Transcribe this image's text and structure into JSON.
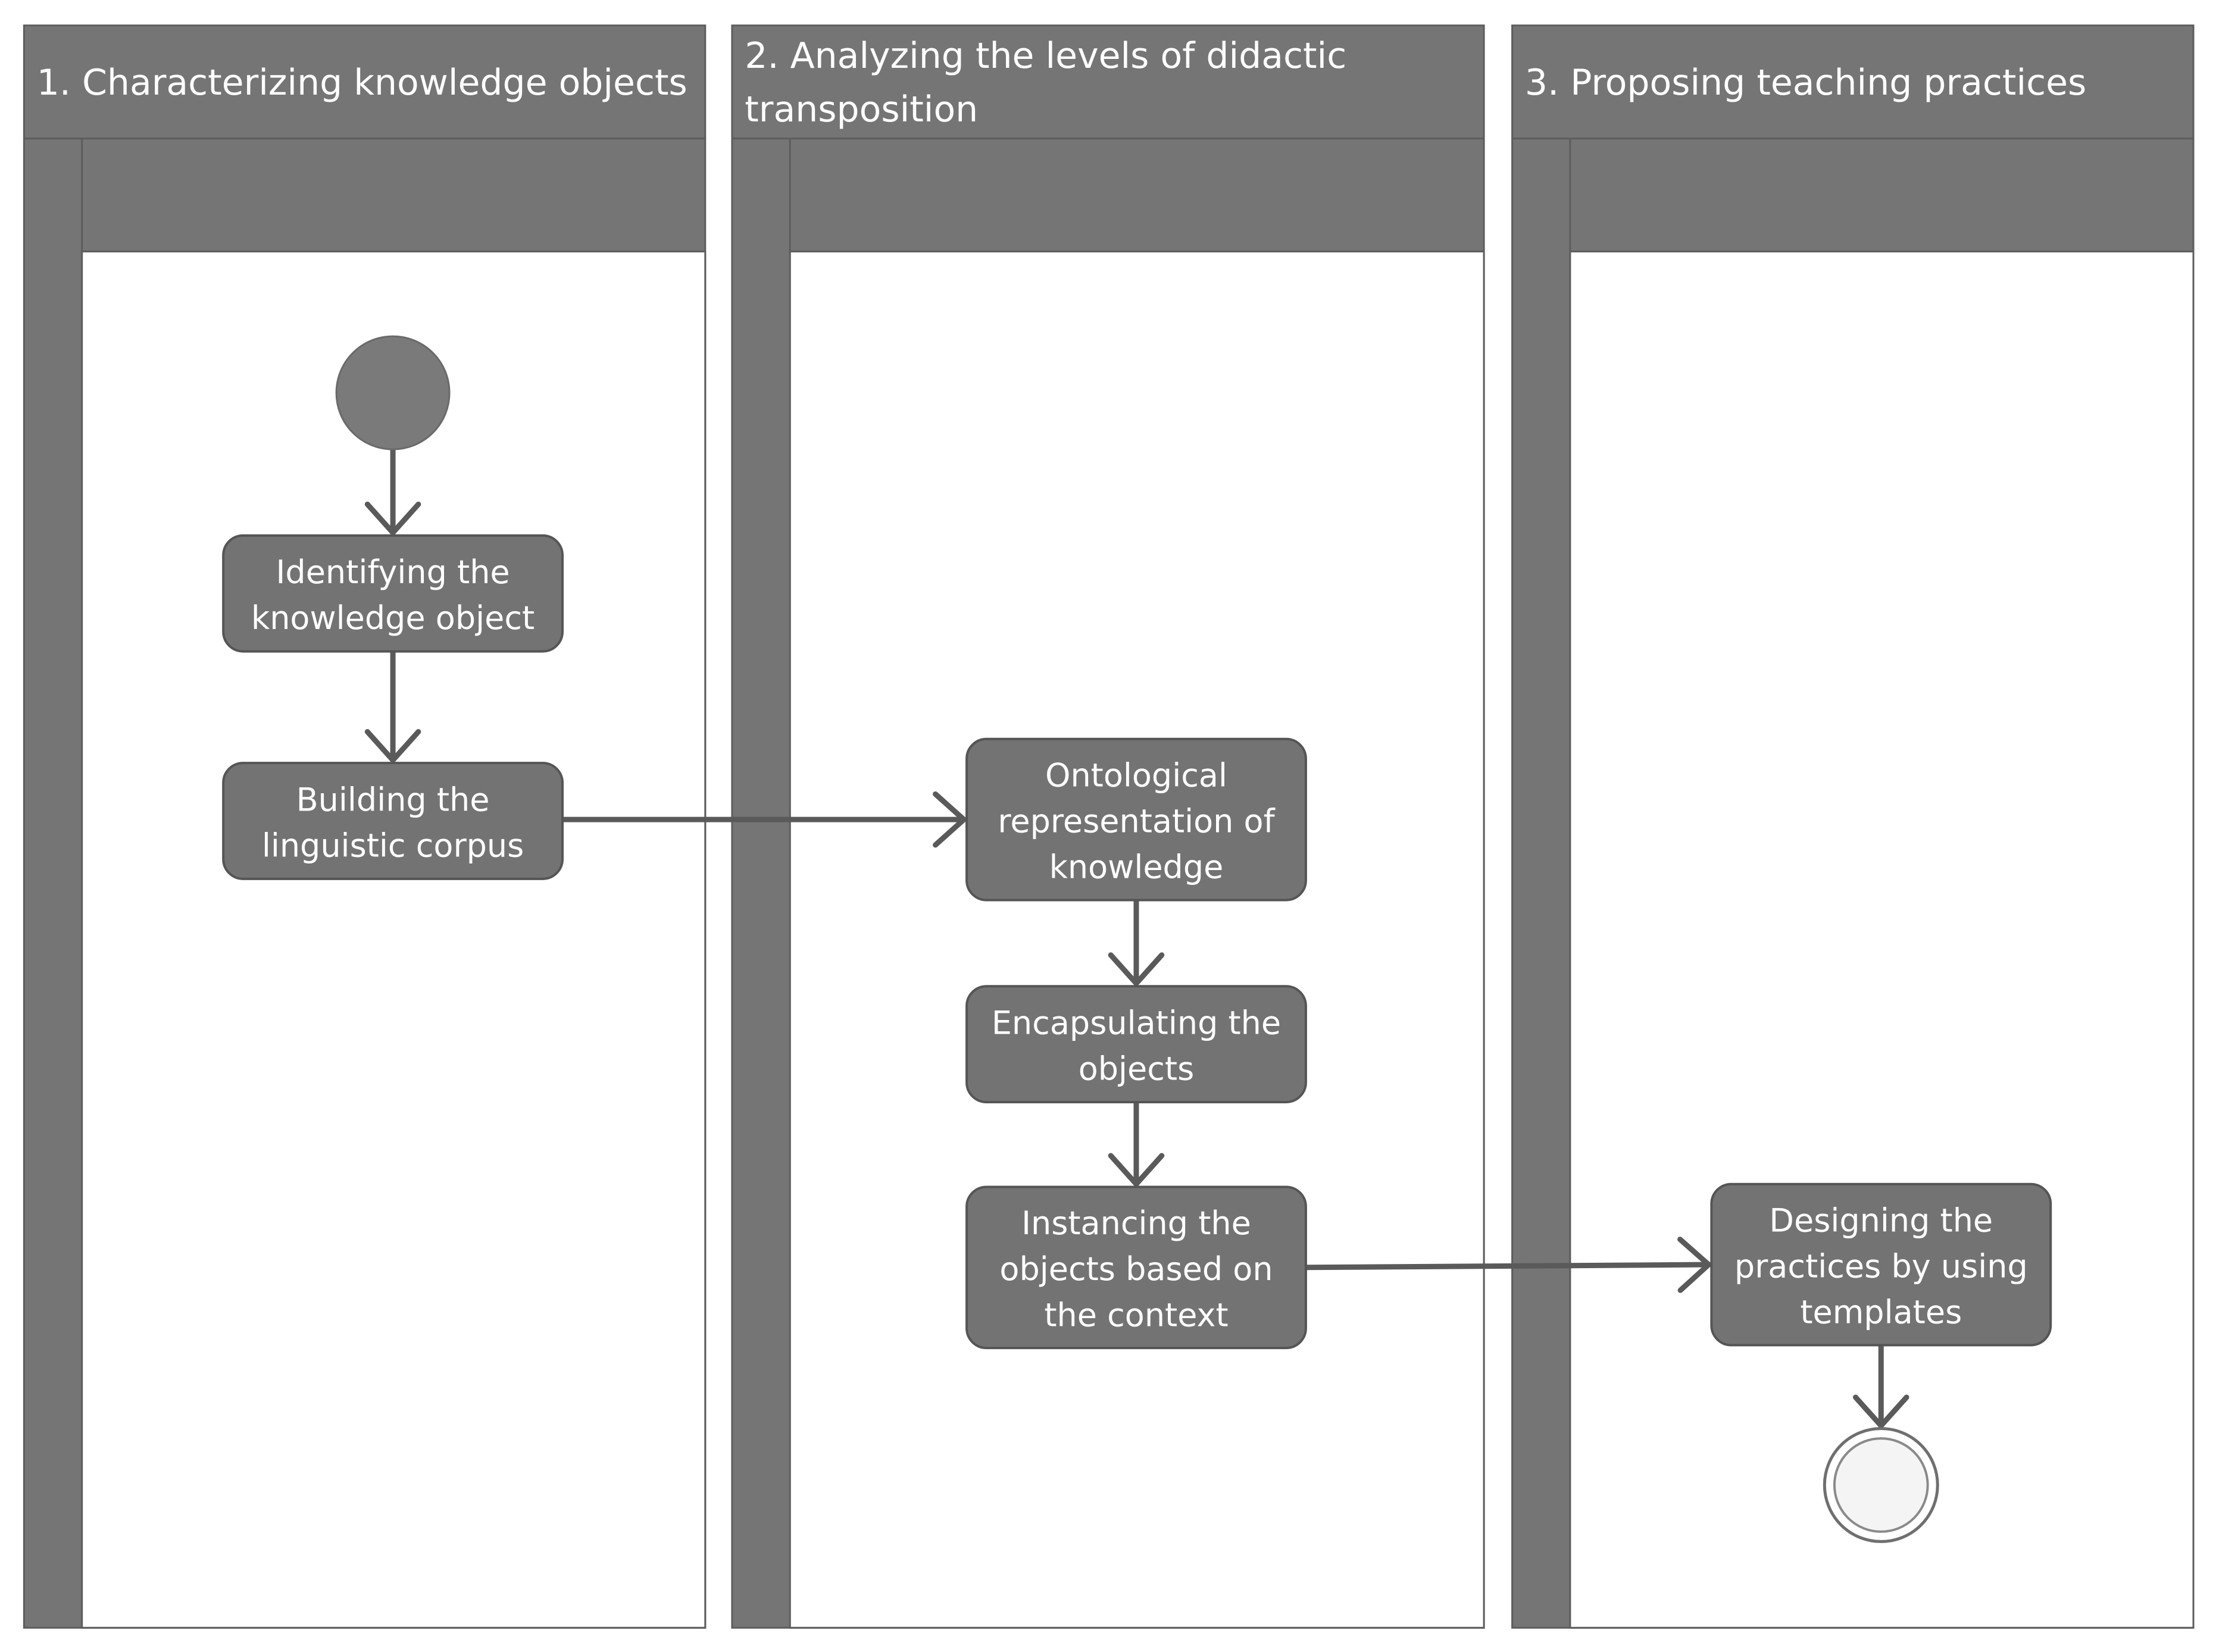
{
  "colors": {
    "lane_fill": "#757575",
    "lane_stroke": "#5d5d5d",
    "body_fill": "#ffffff",
    "node_fill": "#737373",
    "node_stroke": "#555555",
    "edge": "#5a5a5a",
    "text": "#ffffff"
  },
  "lanes": [
    {
      "id": "lane1",
      "title_lines": [
        "1. Characterizing knowledge objects"
      ]
    },
    {
      "id": "lane2",
      "title_lines": [
        "2. Analyzing the levels of didactic",
        "transposition"
      ]
    },
    {
      "id": "lane3",
      "title_lines": [
        "3. Proposing teaching practices"
      ]
    }
  ],
  "nodes": [
    {
      "id": "start",
      "kind": "initial",
      "lane": "lane1"
    },
    {
      "id": "identify",
      "kind": "action",
      "lane": "lane1",
      "lines": [
        "Identifying the",
        "knowledge object"
      ]
    },
    {
      "id": "corpus",
      "kind": "action",
      "lane": "lane1",
      "lines": [
        "Building the",
        "linguistic corpus"
      ]
    },
    {
      "id": "onto",
      "kind": "action",
      "lane": "lane2",
      "lines": [
        "Ontological",
        "representation of",
        "knowledge"
      ]
    },
    {
      "id": "encap",
      "kind": "action",
      "lane": "lane2",
      "lines": [
        "Encapsulating the",
        "objects"
      ]
    },
    {
      "id": "instance",
      "kind": "action",
      "lane": "lane2",
      "lines": [
        "Instancing the",
        "objects based on",
        "the context"
      ]
    },
    {
      "id": "design",
      "kind": "action",
      "lane": "lane3",
      "lines": [
        "Designing the",
        "practices by using",
        "templates"
      ]
    },
    {
      "id": "end",
      "kind": "final",
      "lane": "lane3"
    }
  ],
  "edges": [
    {
      "from": "start",
      "to": "identify"
    },
    {
      "from": "identify",
      "to": "corpus"
    },
    {
      "from": "corpus",
      "to": "onto"
    },
    {
      "from": "onto",
      "to": "encap"
    },
    {
      "from": "encap",
      "to": "instance"
    },
    {
      "from": "instance",
      "to": "design"
    },
    {
      "from": "design",
      "to": "end"
    }
  ]
}
